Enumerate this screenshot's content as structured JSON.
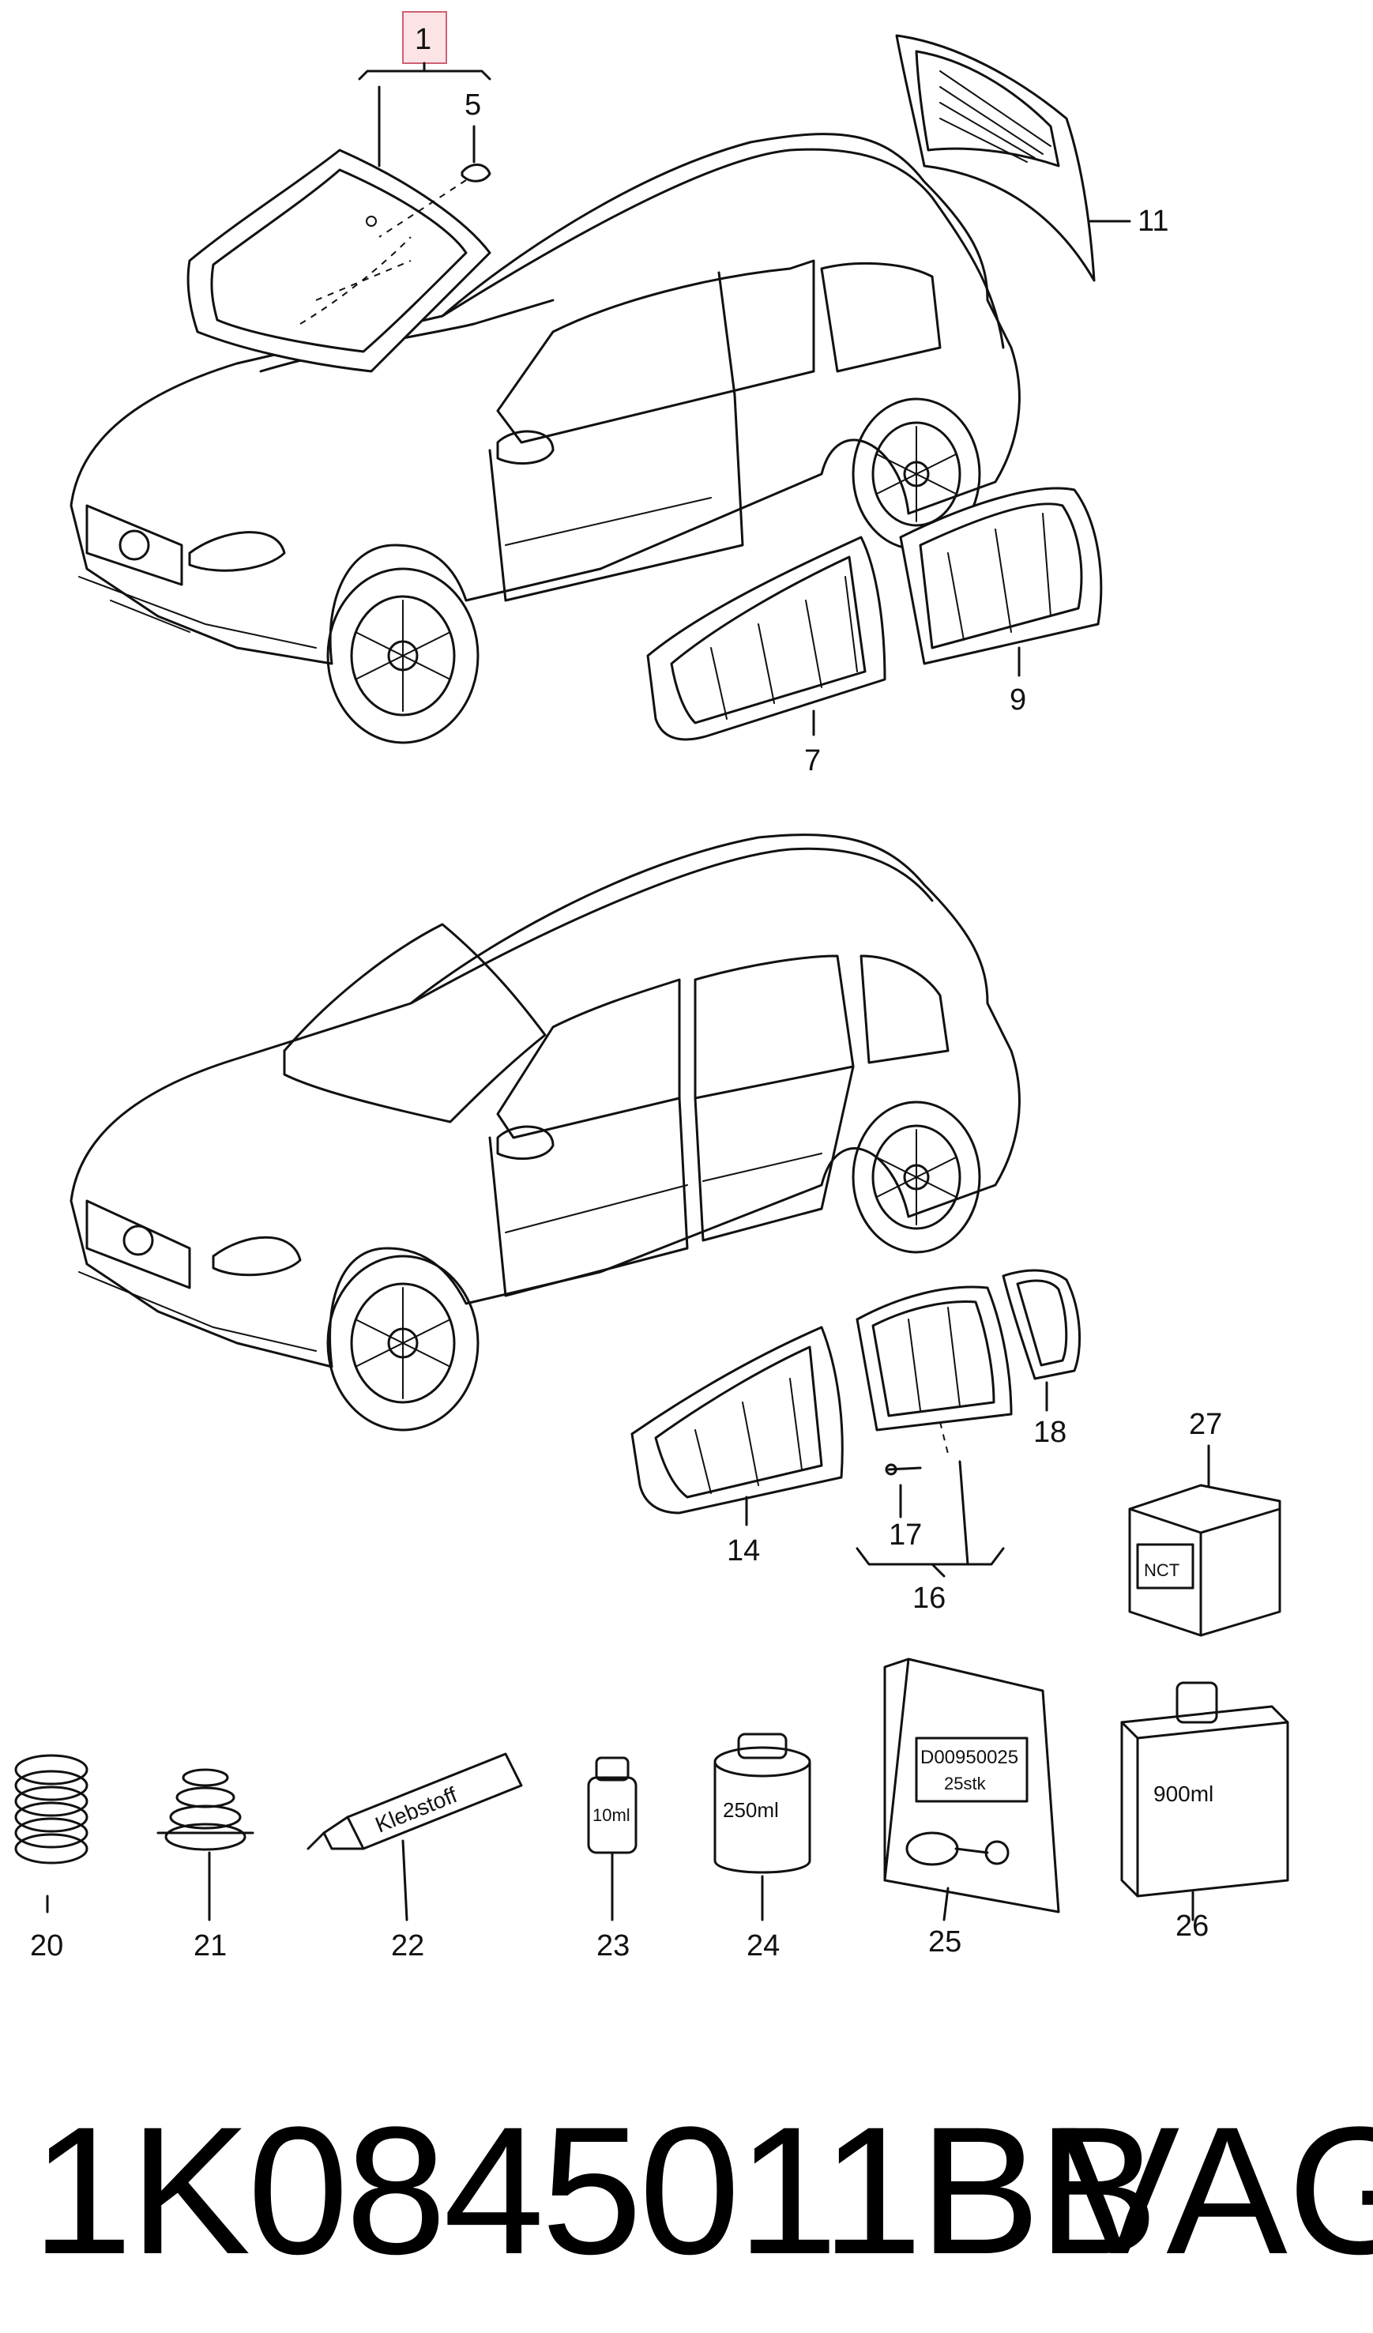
{
  "callouts": {
    "c1": "1",
    "c5": "5",
    "c11": "11",
    "c7": "7",
    "c9": "9",
    "c14": "14",
    "c16": "16",
    "c17": "17",
    "c18": "18",
    "c20": "20",
    "c21": "21",
    "c22": "22",
    "c23": "23",
    "c24": "24",
    "c25": "25",
    "c26": "26",
    "c27": "27"
  },
  "product_labels": {
    "adhesive_tube": "Klebstoff",
    "bottle_small": "10ml",
    "can_medium": "250ml",
    "bag_code": "D00950025",
    "bag_qty": "25stk",
    "canister": "900ml",
    "box_label": "NCT"
  },
  "footer": {
    "part_number": "1K0845011BB",
    "brand": "VAG"
  }
}
